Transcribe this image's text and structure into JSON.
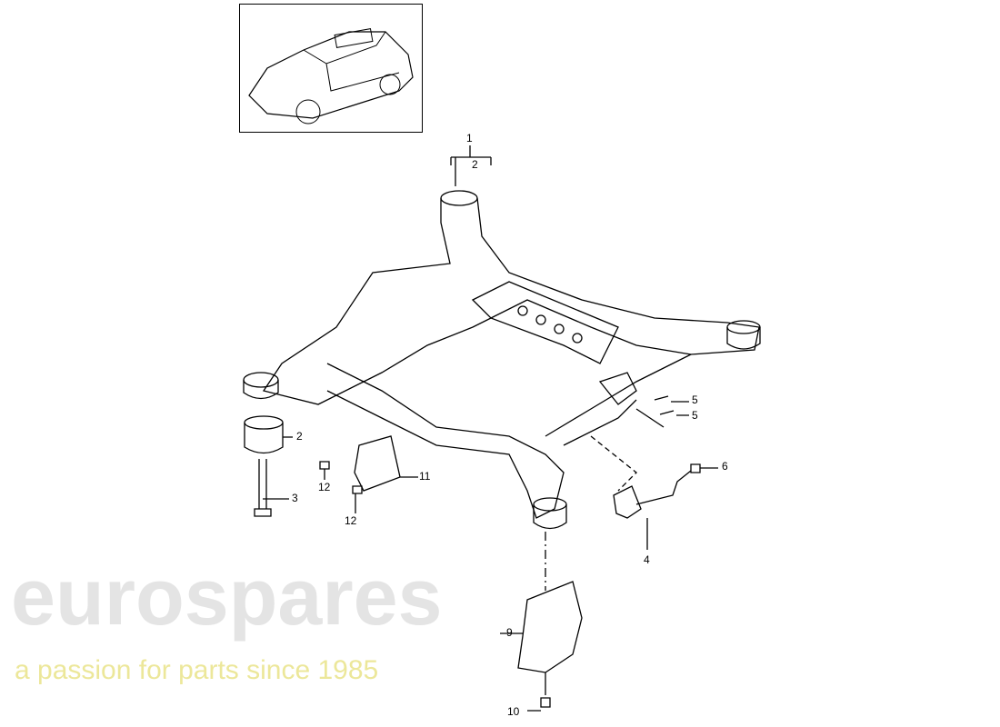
{
  "watermark": {
    "brand": "eurospares",
    "tagline": "a passion for parts since 1985",
    "brand_color": "#d8d8d8",
    "tagline_color": "#f2ee9a"
  },
  "callouts": [
    {
      "id": "1",
      "text": "1"
    },
    {
      "id": "2a",
      "text": "2"
    },
    {
      "id": "2b",
      "text": "2"
    },
    {
      "id": "3",
      "text": "3"
    },
    {
      "id": "4",
      "text": "4"
    },
    {
      "id": "5a",
      "text": "5"
    },
    {
      "id": "5b",
      "text": "5"
    },
    {
      "id": "6",
      "text": "6"
    },
    {
      "id": "9",
      "text": "9"
    },
    {
      "id": "10",
      "text": "10"
    },
    {
      "id": "11",
      "text": "11"
    },
    {
      "id": "12a",
      "text": "12"
    },
    {
      "id": "12b",
      "text": "12"
    }
  ]
}
